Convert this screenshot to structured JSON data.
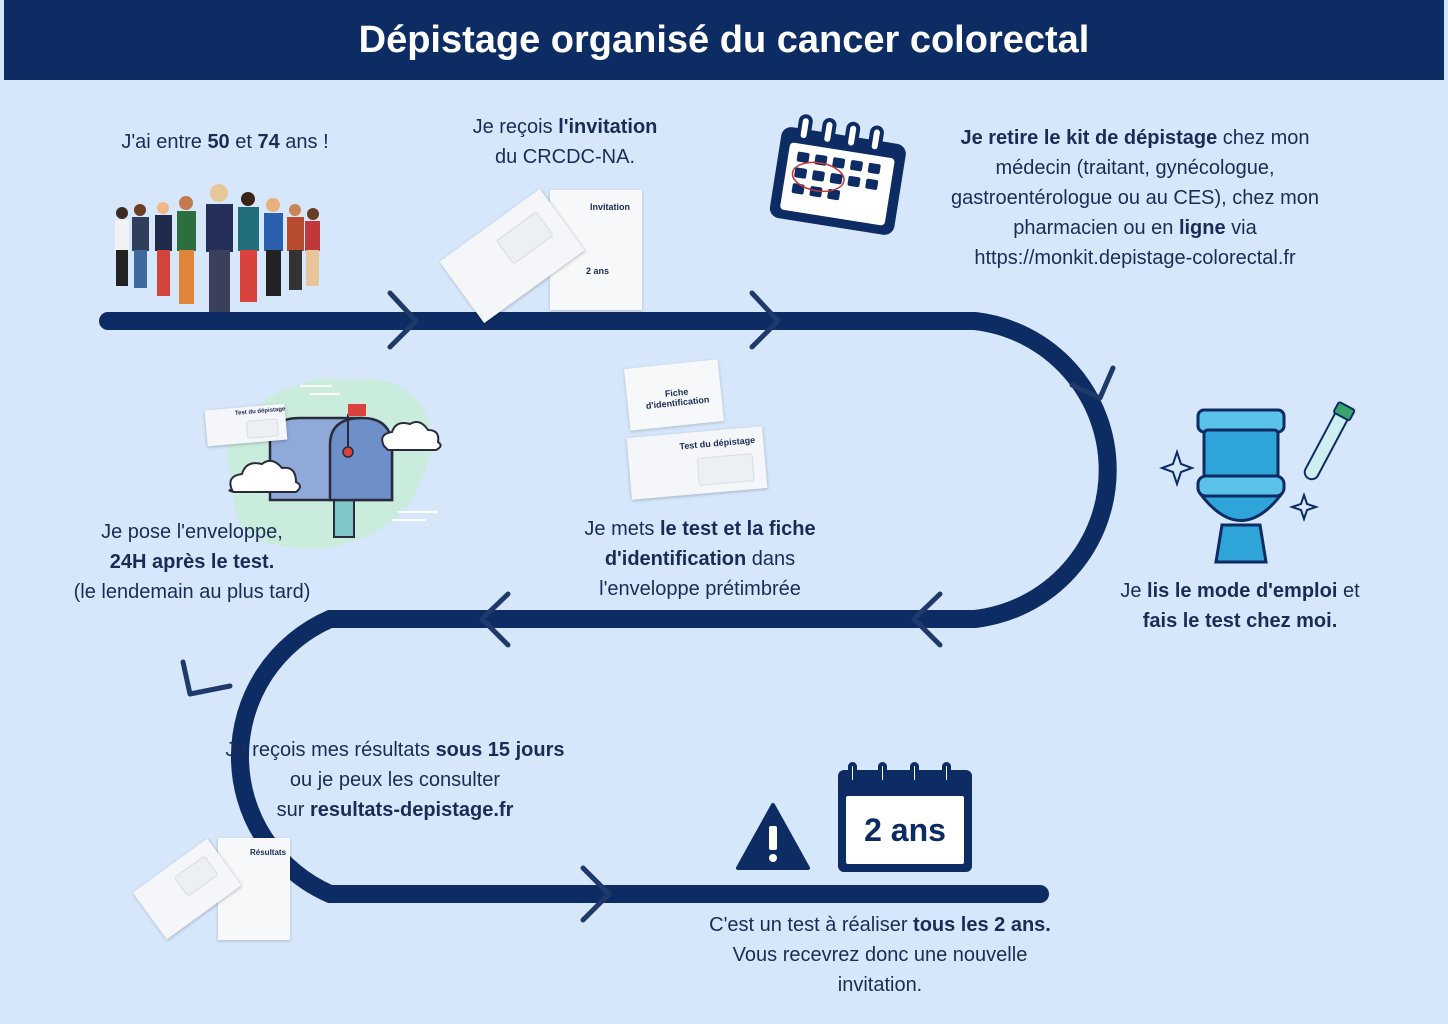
{
  "title": "Dépistage organisé du cancer colorectal",
  "steps": {
    "age": {
      "t1": "J'ai entre ",
      "b1": "50",
      "t2": " et ",
      "b2": "74",
      "t3": " ans !"
    },
    "invitation": {
      "t1": "Je reçois ",
      "b1": "l'invitation",
      "t2": "du CRCDC-NA."
    },
    "kit": {
      "b1": "Je retire le kit de dépistage",
      "t1": " chez mon",
      "t2": "médecin (traitant, gynécologue,",
      "t3": "gastroentérologue ou au CES), chez mon",
      "t4": "pharmacien ou en ",
      "b2": "ligne",
      "t5": " via",
      "t6": "https://monkit.depistage-colorectal.fr"
    },
    "test": {
      "t1": "Je ",
      "b1": "lis le mode d'emploi",
      "t2": " et",
      "b2": "fais le test chez moi."
    },
    "envelope": {
      "t1": "Je mets ",
      "b1": "le test et la fiche",
      "b2": "d'identification",
      "t2": " dans",
      "t3": "l'enveloppe prétimbrée"
    },
    "post": {
      "t1": "Je pose l'enveloppe,",
      "b1": "24H après le test.",
      "t2": "(le lendemain au plus tard)"
    },
    "results": {
      "t1": "Je reçois mes résultats ",
      "b1": "sous 15 jours",
      "t2": "ou je peux les consulter",
      "t3": "sur ",
      "b2": "resultats-depistage.fr"
    },
    "repeat": {
      "t1": "C'est un test à réaliser ",
      "b1": "tous les 2 ans.",
      "t2": "Vous recevrez donc une nouvelle",
      "t3": "invitation."
    }
  },
  "labels": {
    "invitation_sheet": "Invitation",
    "invitation_years": "2 ans",
    "fiche": "Fiche\nd'identification",
    "test_depistage": "Test du dépistage",
    "test_depistage_small": "Test du dépistage",
    "resultats_sheet": "Résultats",
    "calendar_years": "2 ans"
  },
  "colors": {
    "navy": "#0d2c63",
    "background": "#d6e6fb",
    "toilet": "#2fa4d8"
  }
}
